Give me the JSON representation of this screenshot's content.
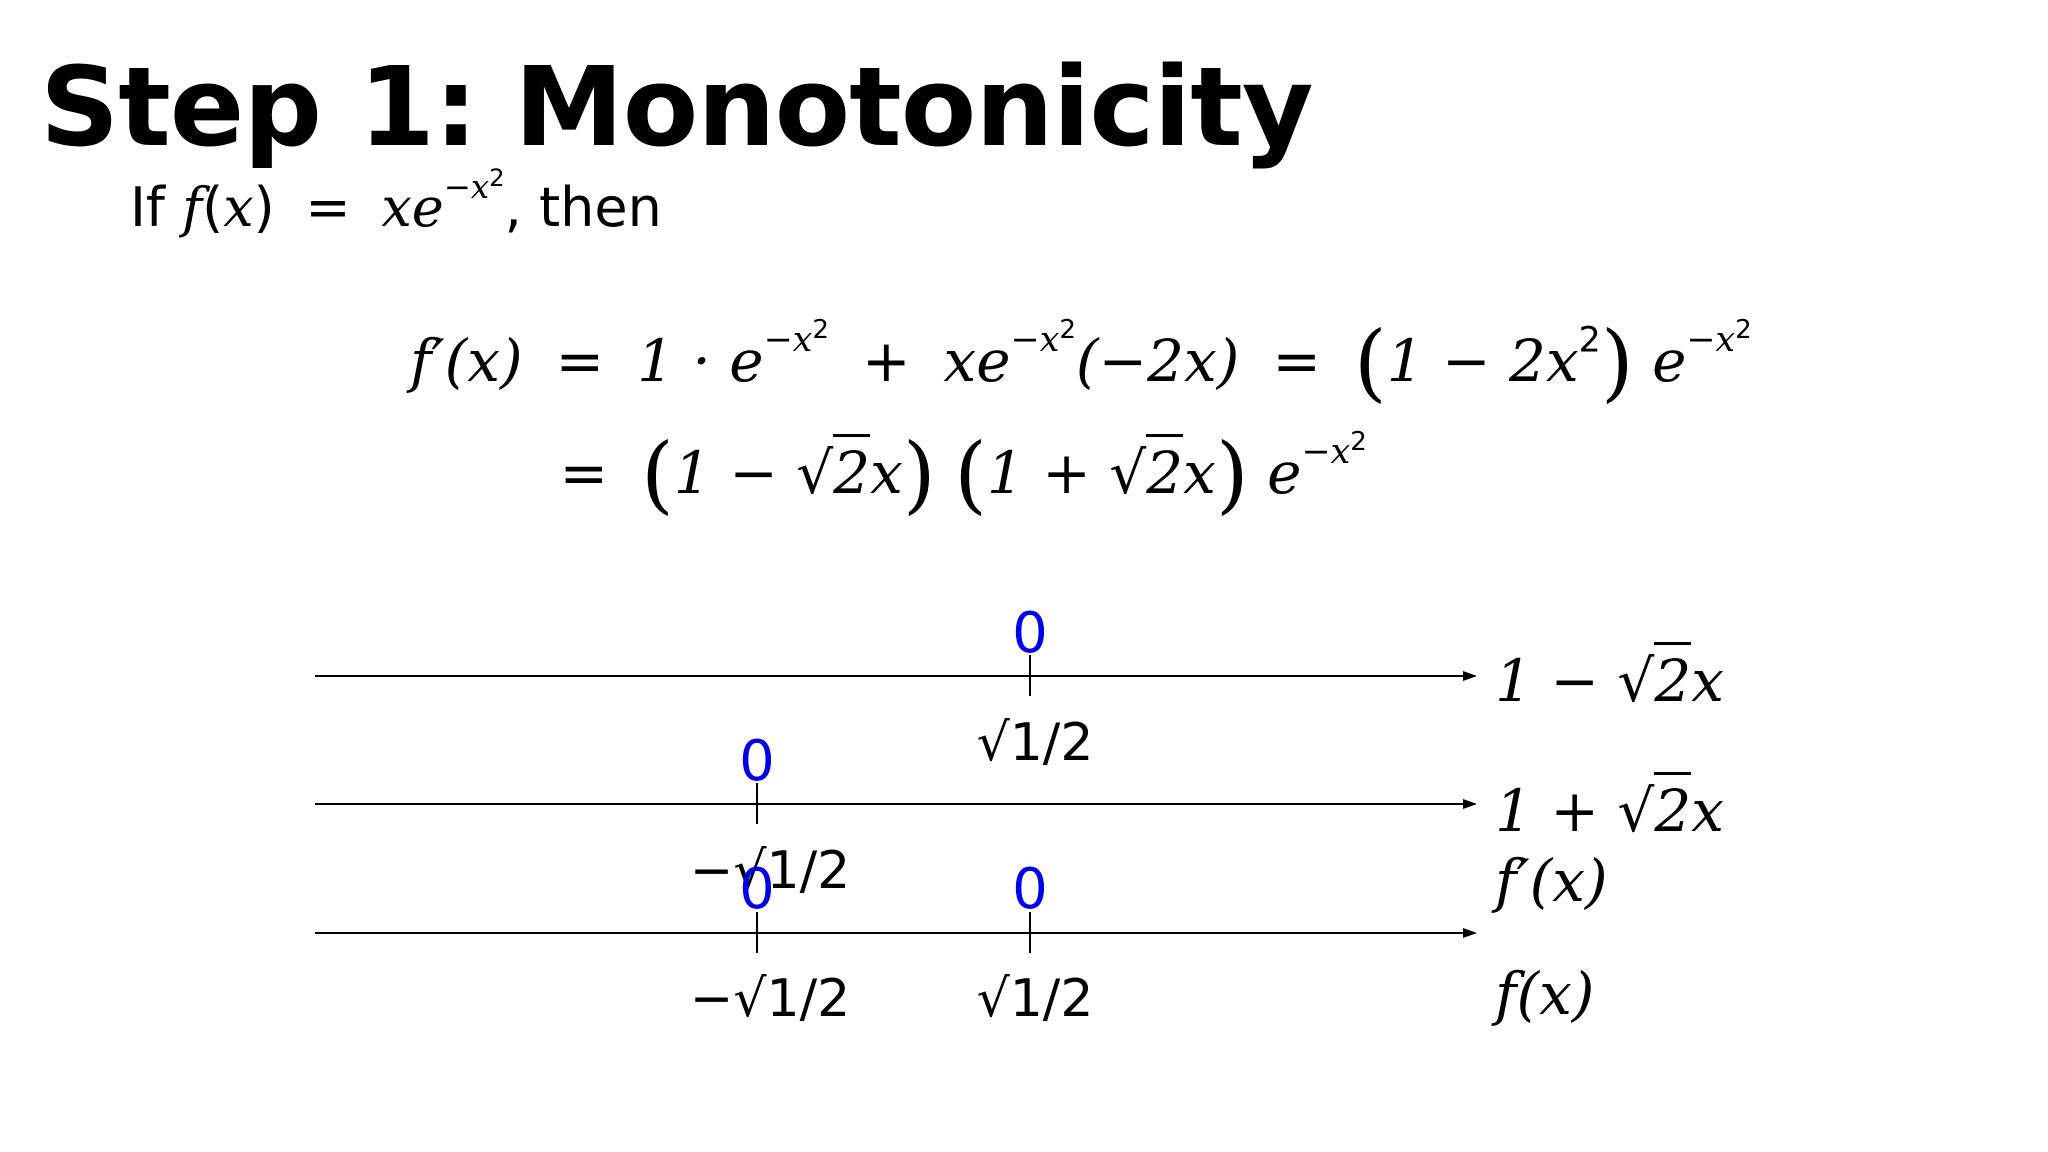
{
  "title": "Step 1: Monotonicity",
  "intro": {
    "prefix": "If",
    "fn": "f",
    "lparen": "(",
    "var": "x",
    "rparen": ")",
    "equals": "=",
    "expr": "xe",
    "exp": "−x",
    "exp_power": "2",
    "suffix": ", then"
  },
  "derivative": {
    "line1": {
      "lhs": "f′(x)",
      "eq": "=",
      "t1": "1 · e",
      "t1_exp": "−x",
      "t1_pow": "2",
      "plus": "+",
      "t2": "xe",
      "t2_exp": "−x",
      "t2_pow": "2",
      "t2_tail": "(−2x)",
      "eq2": "=",
      "t3": "1 − 2x",
      "t3_pow": "2",
      "t4": "e",
      "t4_exp": "−x",
      "t4_pow": "2"
    },
    "line2": {
      "eq": "=",
      "f1a": "1 −",
      "f1_rad": "2",
      "f1_x": "x",
      "f2a": "1 +",
      "f2_rad": "2",
      "f2_x": "x",
      "e": "e",
      "e_exp": "−x",
      "e_pow": "2"
    }
  },
  "sign_chart": {
    "rows": [
      {
        "label_pre": "1 −",
        "label_rad": "2",
        "label_x": "x"
      },
      {
        "label_pre": "1 +",
        "label_rad": "2",
        "label_x": "x"
      },
      {
        "label": "f′(x)"
      },
      {
        "label": "f(x)"
      }
    ],
    "zero_label": "0",
    "roots": {
      "pos": "√1/2",
      "neg": "−√1/2"
    },
    "zero_color": "#0000e6"
  }
}
